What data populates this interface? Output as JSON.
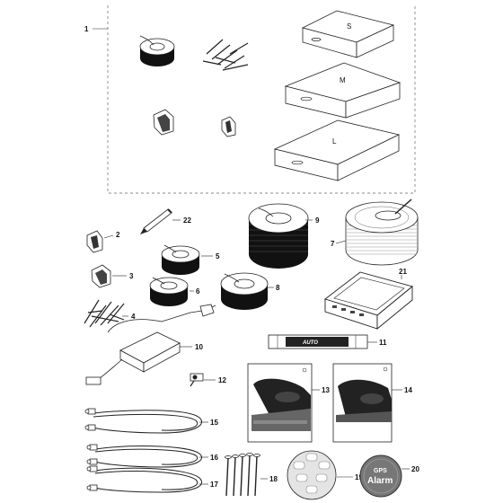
{
  "callouts": {
    "kit": "1",
    "charging_station_connector": "2",
    "coupler": "3",
    "pegs": "4",
    "boundary_wire_small_a": "5",
    "boundary_wire_small_b": "6",
    "boundary_wire_large": "7",
    "boundary_wire_medium": "8",
    "boundary_wire_9": "9",
    "power_supply": "10",
    "measuring_gauge": "11",
    "screw_clip": "12",
    "operator_manual": "13",
    "quick_guide": "14",
    "low_voltage_cable": "15",
    "low_voltage_cable_b": "16",
    "low_voltage_cable_c": "17",
    "screws": "18",
    "sticker": "19",
    "alarm_sticker": "20",
    "storage_case": "21",
    "pen": "22"
  },
  "kit_sizes": {
    "small": "S",
    "medium": "M",
    "large": "L"
  },
  "gauge_text": "AUTO",
  "alarm_logo": {
    "line1": "GPS",
    "line2": "Alarm"
  }
}
